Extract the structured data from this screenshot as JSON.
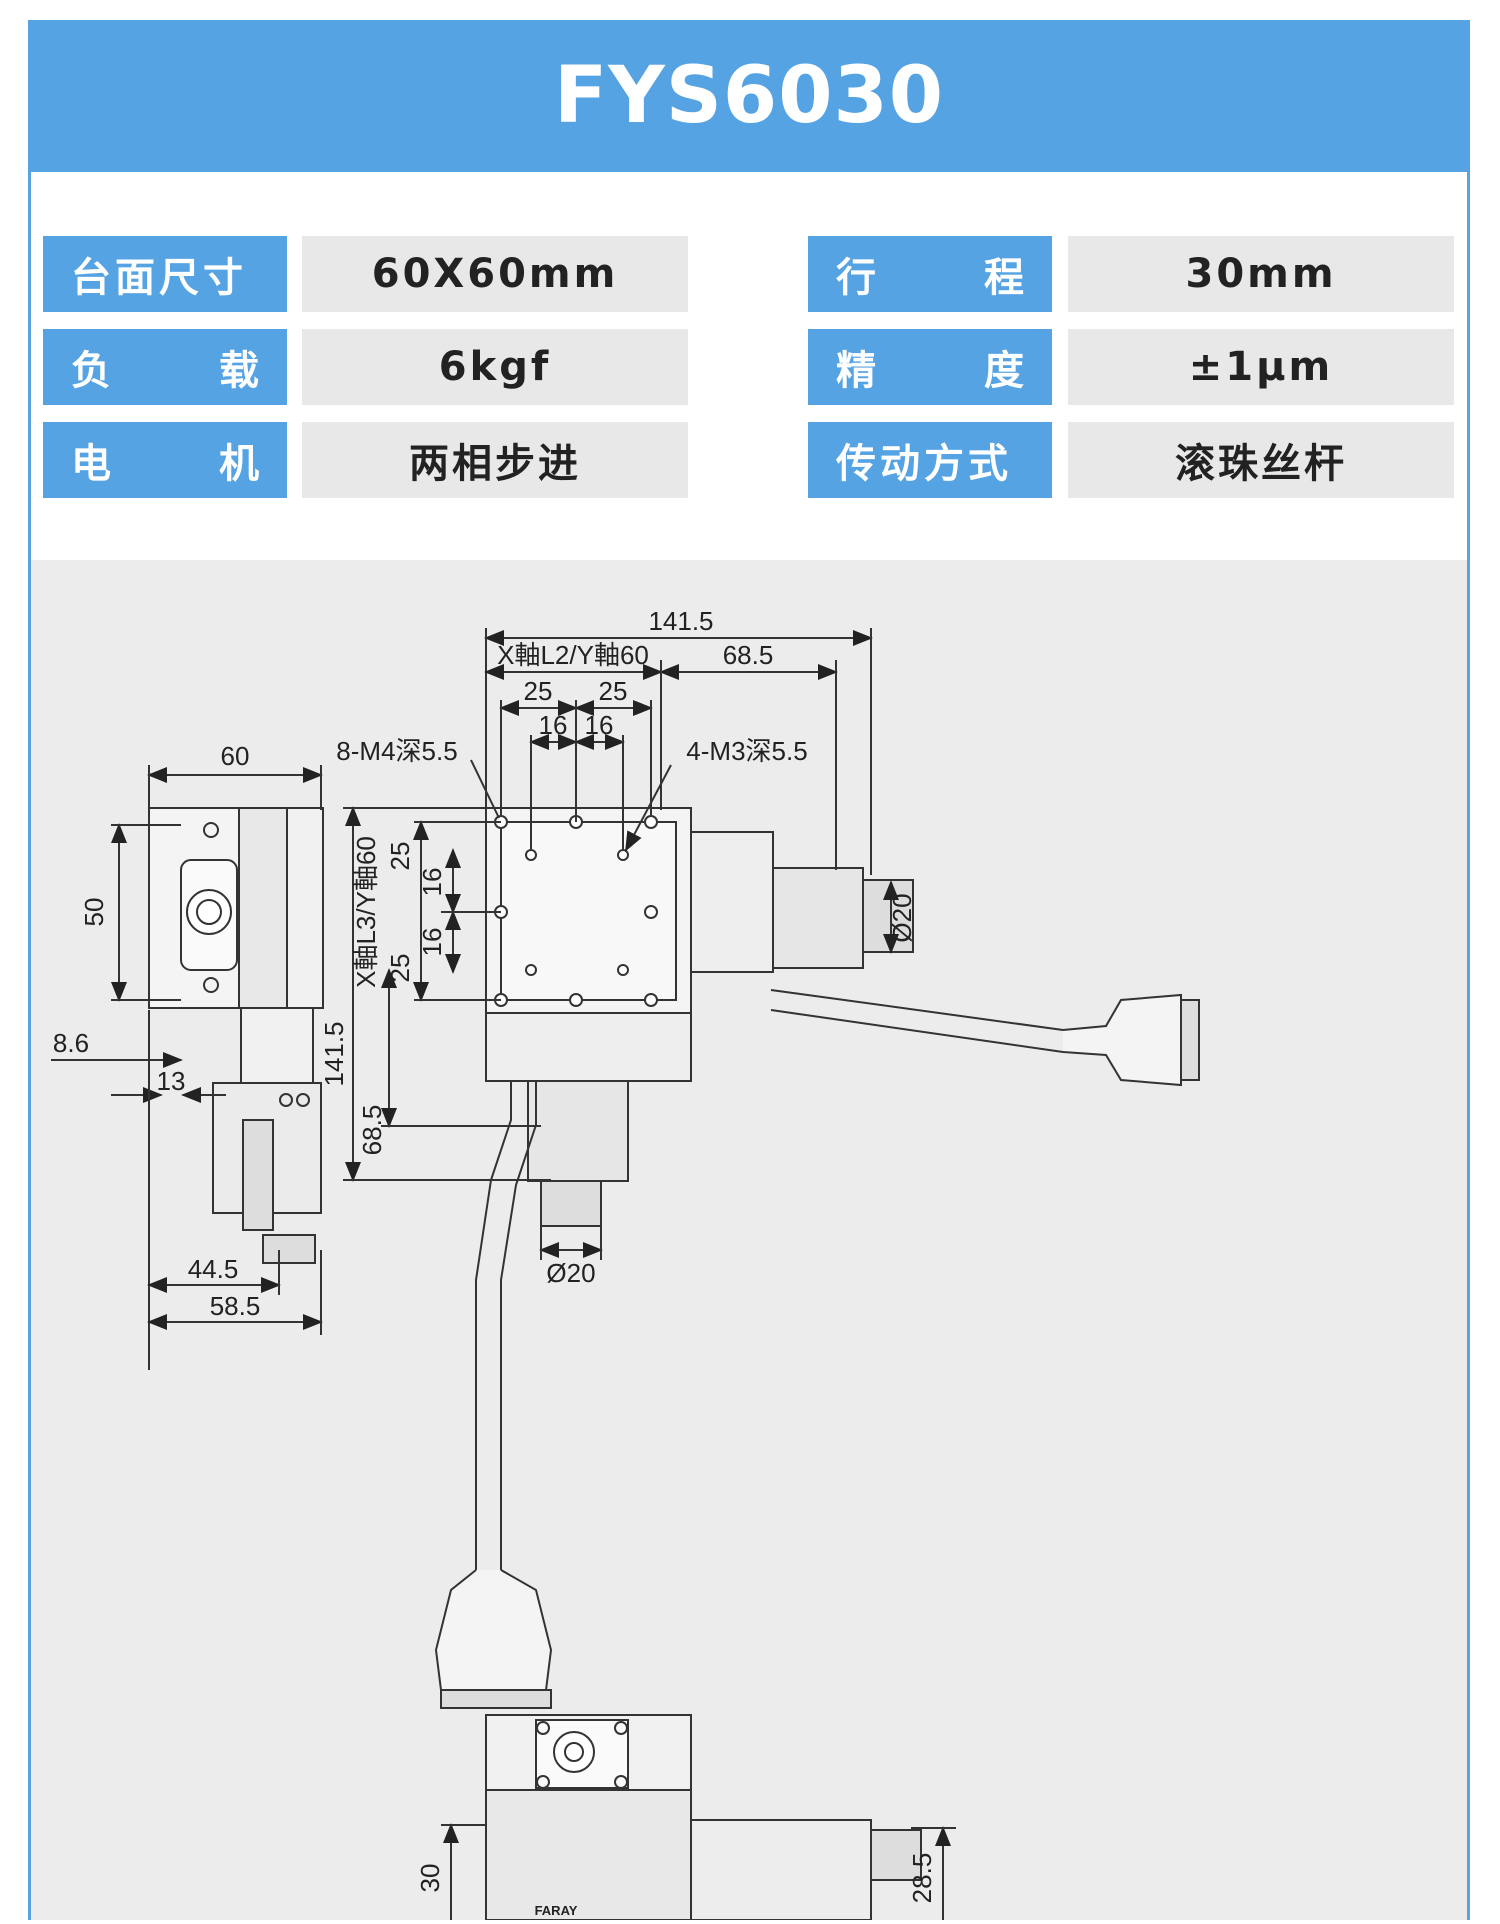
{
  "header": {
    "title": "FYS6030"
  },
  "specs": [
    {
      "label": "台面尺寸",
      "value": "60X60mm"
    },
    {
      "label": "行程",
      "value": "30mm"
    },
    {
      "label": "负载",
      "value": "6kgf"
    },
    {
      "label": "精度",
      "value": "±1μm"
    },
    {
      "label": "电机",
      "value": "两相步进"
    },
    {
      "label": "传动方式",
      "value": "滚珠丝杆"
    }
  ],
  "drawing": {
    "side_view": {
      "width": "60",
      "height": "50",
      "d1": "8.6",
      "d2": "13",
      "d3": "44.5",
      "d4": "58.5"
    },
    "top_view": {
      "total_w": "141.5",
      "x_axis": "X軸L2/Y軸60",
      "motor_w": "68.5",
      "pitch_a": "25",
      "pitch_b": "25",
      "pitch_c": "16",
      "pitch_d": "16",
      "holes_m4": "8-M4深5.5",
      "holes_m3": "4-M3深5.5",
      "y_axis": "X軸L3/Y軸60",
      "total_h": "141.5",
      "motor_h": "68.5",
      "v25a": "25",
      "v16a": "16",
      "v16b": "16",
      "v25b": "25",
      "knob_right": "Ø20",
      "knob_bottom": "Ø20"
    },
    "front_view": {
      "h_left": "30",
      "h_right": "28.5",
      "brand": "FARAY"
    }
  }
}
